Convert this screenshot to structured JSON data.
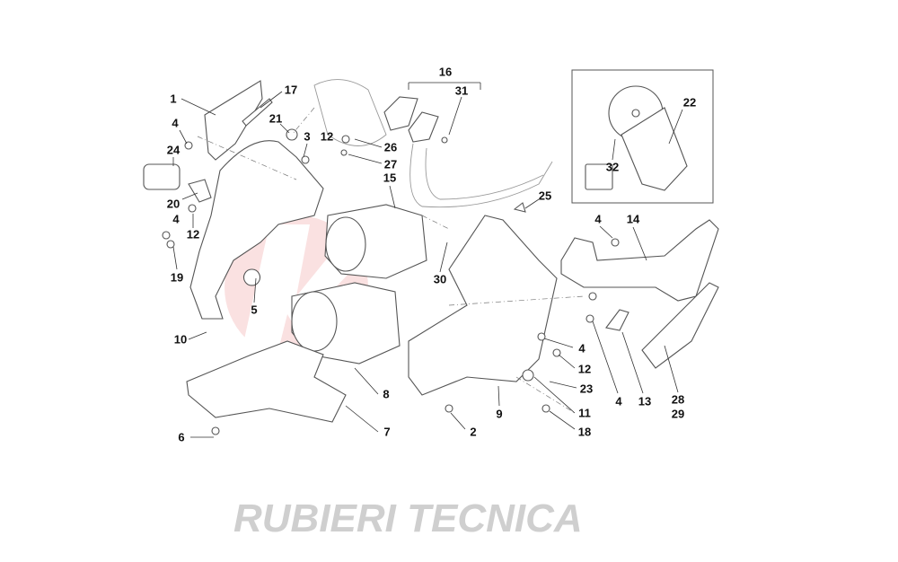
{
  "diagram": {
    "labels": [
      "1",
      "17",
      "4",
      "21",
      "3",
      "12",
      "26",
      "27",
      "24",
      "20",
      "4",
      "12",
      "19",
      "5",
      "10",
      "6",
      "7",
      "8",
      "2",
      "9",
      "11",
      "18",
      "23",
      "12",
      "4",
      "4",
      "13",
      "28",
      "29",
      "14",
      "4",
      "25",
      "15",
      "30",
      "16",
      "31",
      "22",
      "32"
    ],
    "watermark_text": "RUBIERI TECNICA",
    "watermark_color": "#f2b8b8"
  }
}
